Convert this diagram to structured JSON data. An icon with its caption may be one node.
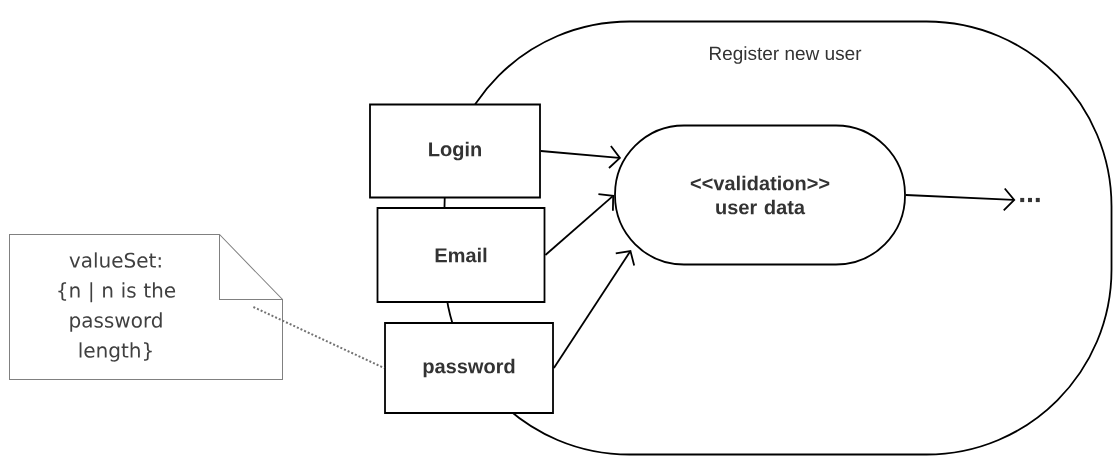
{
  "diagram": {
    "nodes": [
      {
        "text": [
          "Register new user"
        ]
      },
      {
        "text": [
          "Login"
        ]
      },
      {
        "text": [
          "Email"
        ]
      },
      {
        "text": [
          "password"
        ]
      },
      {
        "text": [
          "<<validation>> user data"
        ],
        "in": 0
      },
      {
        "text": [
          "..."
        ],
        "in": 0
      },
      {
        "text": [
          "valueSet: {n | n is the password length}"
        ]
      }
    ],
    "edges": [
      {
        "from": 1,
        "to": 4,
        "arrow": "to"
      },
      {
        "from": 2,
        "to": 4,
        "arrow": "to"
      },
      {
        "from": 3,
        "to": 4,
        "arrow": "to"
      },
      {
        "from": 4,
        "to": 5,
        "arrow": "to"
      },
      {
        "from": 6,
        "to": 3,
        "arrow": "none",
        "style": "dashed",
        "color": "#737373"
      }
    ]
  }
}
